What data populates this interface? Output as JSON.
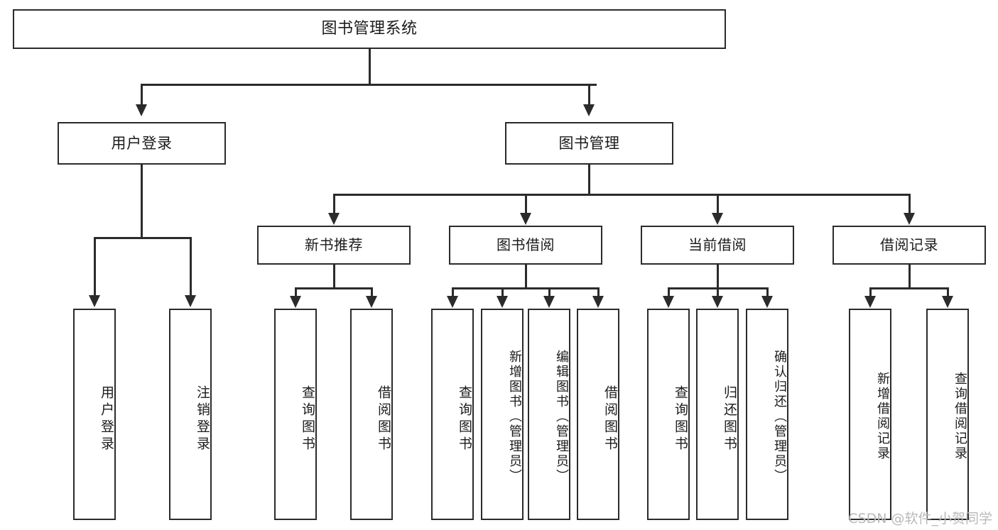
{
  "diagram": {
    "type": "tree-hierarchy",
    "title": "图书管理系统",
    "root": {
      "label": "图书管理系统"
    },
    "level2": [
      {
        "id": "user-login",
        "label": "用户登录"
      },
      {
        "id": "book-manage",
        "label": "图书管理"
      }
    ],
    "level3": [
      {
        "id": "new-book-recommend",
        "label": "新书推荐"
      },
      {
        "id": "book-borrow",
        "label": "图书借阅"
      },
      {
        "id": "current-borrow",
        "label": "当前借阅"
      },
      {
        "id": "borrow-record",
        "label": "借阅记录"
      }
    ],
    "leaves": {
      "user_login": [
        {
          "id": "leaf-user-login",
          "label": "用户登录"
        },
        {
          "id": "leaf-user-logout",
          "label": "注销登录"
        }
      ],
      "new_book_recommend": [
        {
          "id": "leaf-query-book-1",
          "label": "查询图书"
        },
        {
          "id": "leaf-borrow-book-1",
          "label": "借阅图书"
        }
      ],
      "book_borrow": [
        {
          "id": "leaf-query-book-2",
          "label": "查询图书"
        },
        {
          "id": "leaf-add-book",
          "label": "新增图书（管理员）"
        },
        {
          "id": "leaf-edit-book",
          "label": "编辑图书（管理员）"
        },
        {
          "id": "leaf-borrow-book-2",
          "label": "借阅图书"
        }
      ],
      "current_borrow": [
        {
          "id": "leaf-query-book-3",
          "label": "查询图书"
        },
        {
          "id": "leaf-return-book",
          "label": "归还图书"
        },
        {
          "id": "leaf-confirm-return",
          "label": "确认归还（管理员）"
        }
      ],
      "borrow_record": [
        {
          "id": "leaf-add-record",
          "label": "新增借阅记录"
        },
        {
          "id": "leaf-query-record",
          "label": "查询借阅记录"
        }
      ]
    }
  },
  "watermark": {
    "text": "CSDN @软件_小贺同学"
  },
  "colors": {
    "stroke": "#2b2b2b",
    "fill": "#ffffff",
    "text": "#1b1b1b",
    "watermark": "#b9b9b9"
  }
}
